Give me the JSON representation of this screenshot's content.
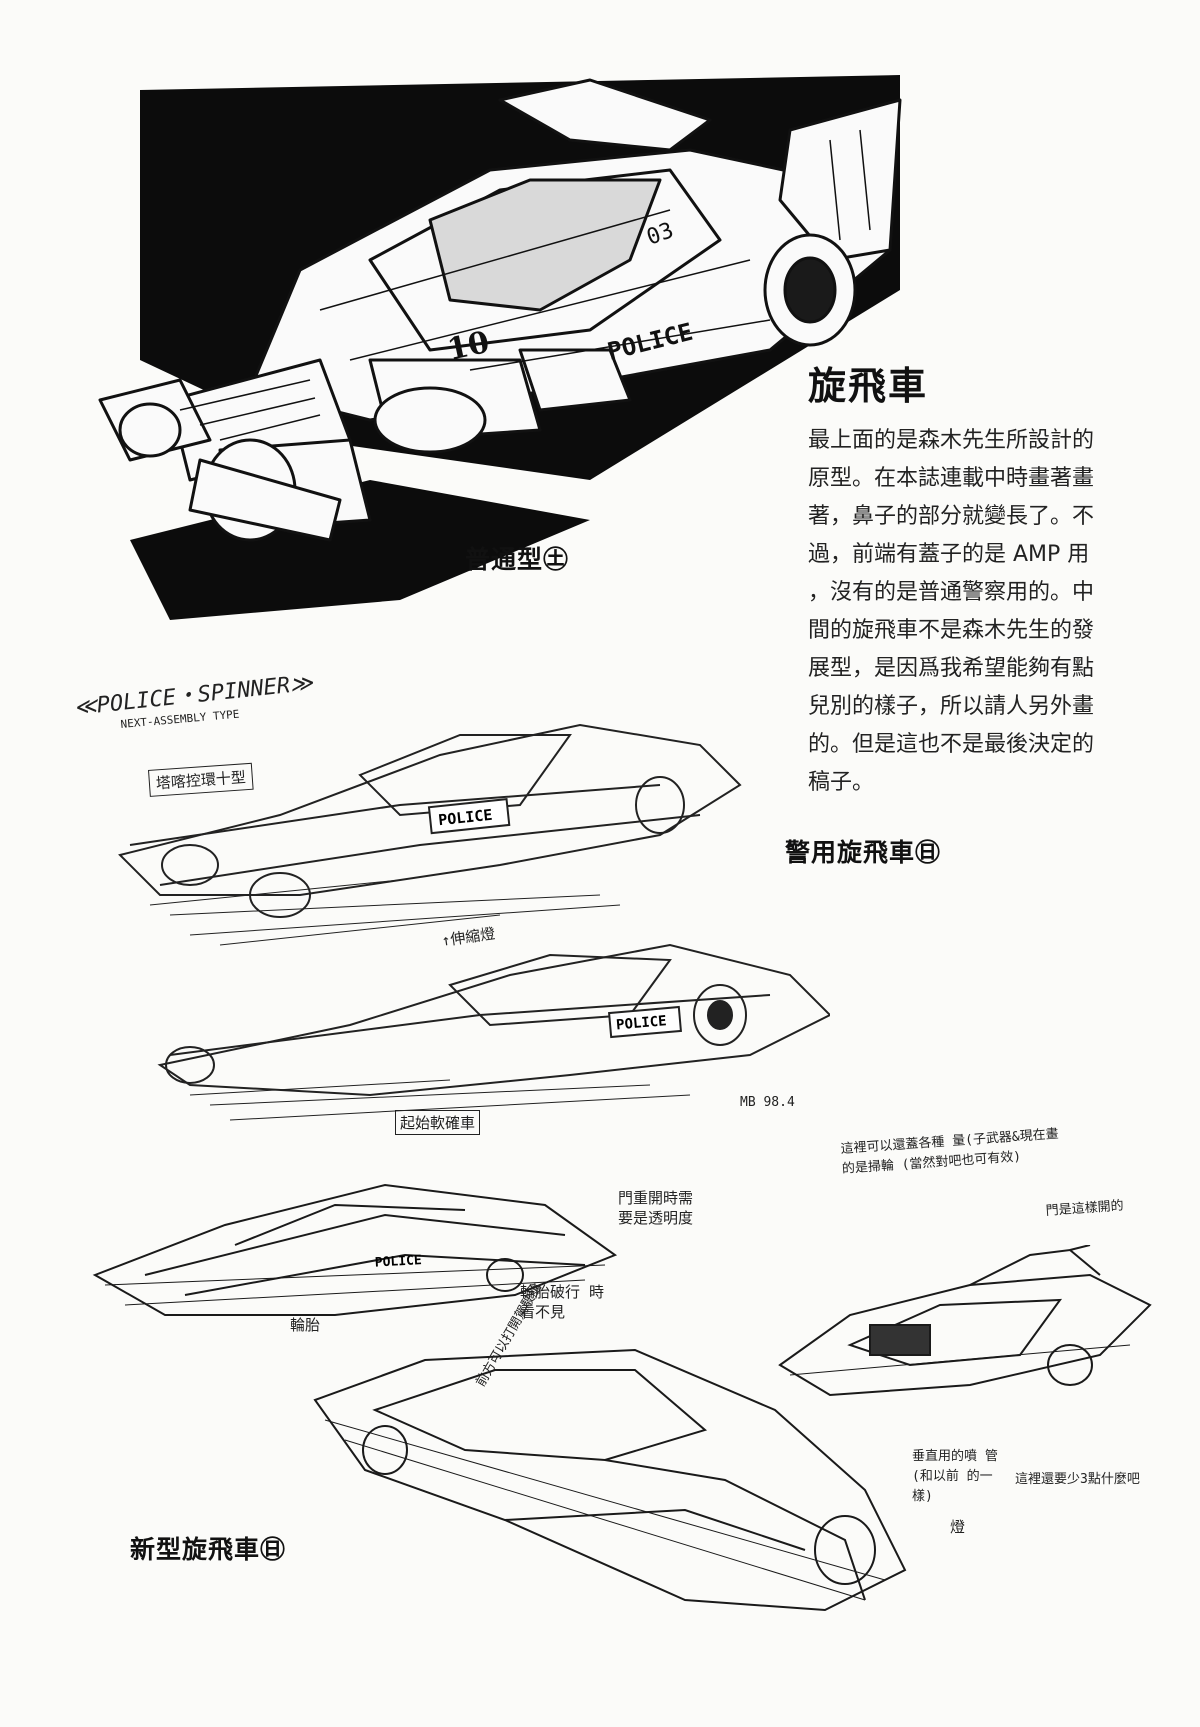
{
  "article": {
    "title": "旋飛車",
    "paragraph_lines": [
      "最上面的是森木先生所設計的",
      "原型。在本誌連載中時畫著畫",
      "著，鼻子的部分就變長了。不",
      "過，前端有蓋子的是 AMP 用",
      "，沒有的是普通警察用的。中",
      "間的旋飛車不是森木先生的發",
      "展型，是因爲我希望能夠有點",
      "兒別的樣子，所以請人另外畫",
      "的。但是這也不是最後決定的",
      "稿子。"
    ]
  },
  "captions": {
    "top": "普通型㊏",
    "middle": "警用旋飛車㊐",
    "bottom": "新型旋飛車㊐"
  },
  "sketch_text": {
    "top_car_number": "03",
    "top_car_side": "POLICE",
    "top_car_badge": "10",
    "mid_heading": "≪POLICE・SPINNER≫",
    "mid_subheading": "NEXT-ASSEMBLY TYPE",
    "mid_boxed_note": "塔喀控環十型",
    "mid_car1_side": "POLICE",
    "mid_car2_side": "POLICE",
    "mid_note_up": "↑伸縮燈",
    "mid_note_bottom": "起始軟確車",
    "mid_signature": "MB 98.4",
    "bot_car1_side": "POLICE",
    "bot_note_door": "門重開時需 要是透明度",
    "bot_note_wheel": "輪胎",
    "bot_note_tire": "輪胎破行 時看不見",
    "bot_note_right_top": "這裡可以還蓋各種 量(子武器&現在畫的是掃輪 (當然對吧也可有效)",
    "bot_note_arrow": "門是這樣開的",
    "bot_note_right_bottom": "垂直用的噴 管(和以前 的一樣)",
    "bot_note_right_bottom2": "這裡還要少3點什麼吧",
    "bot_note_light": "燈",
    "bot_note_car_body": "前方可以打開駕駛艙"
  }
}
